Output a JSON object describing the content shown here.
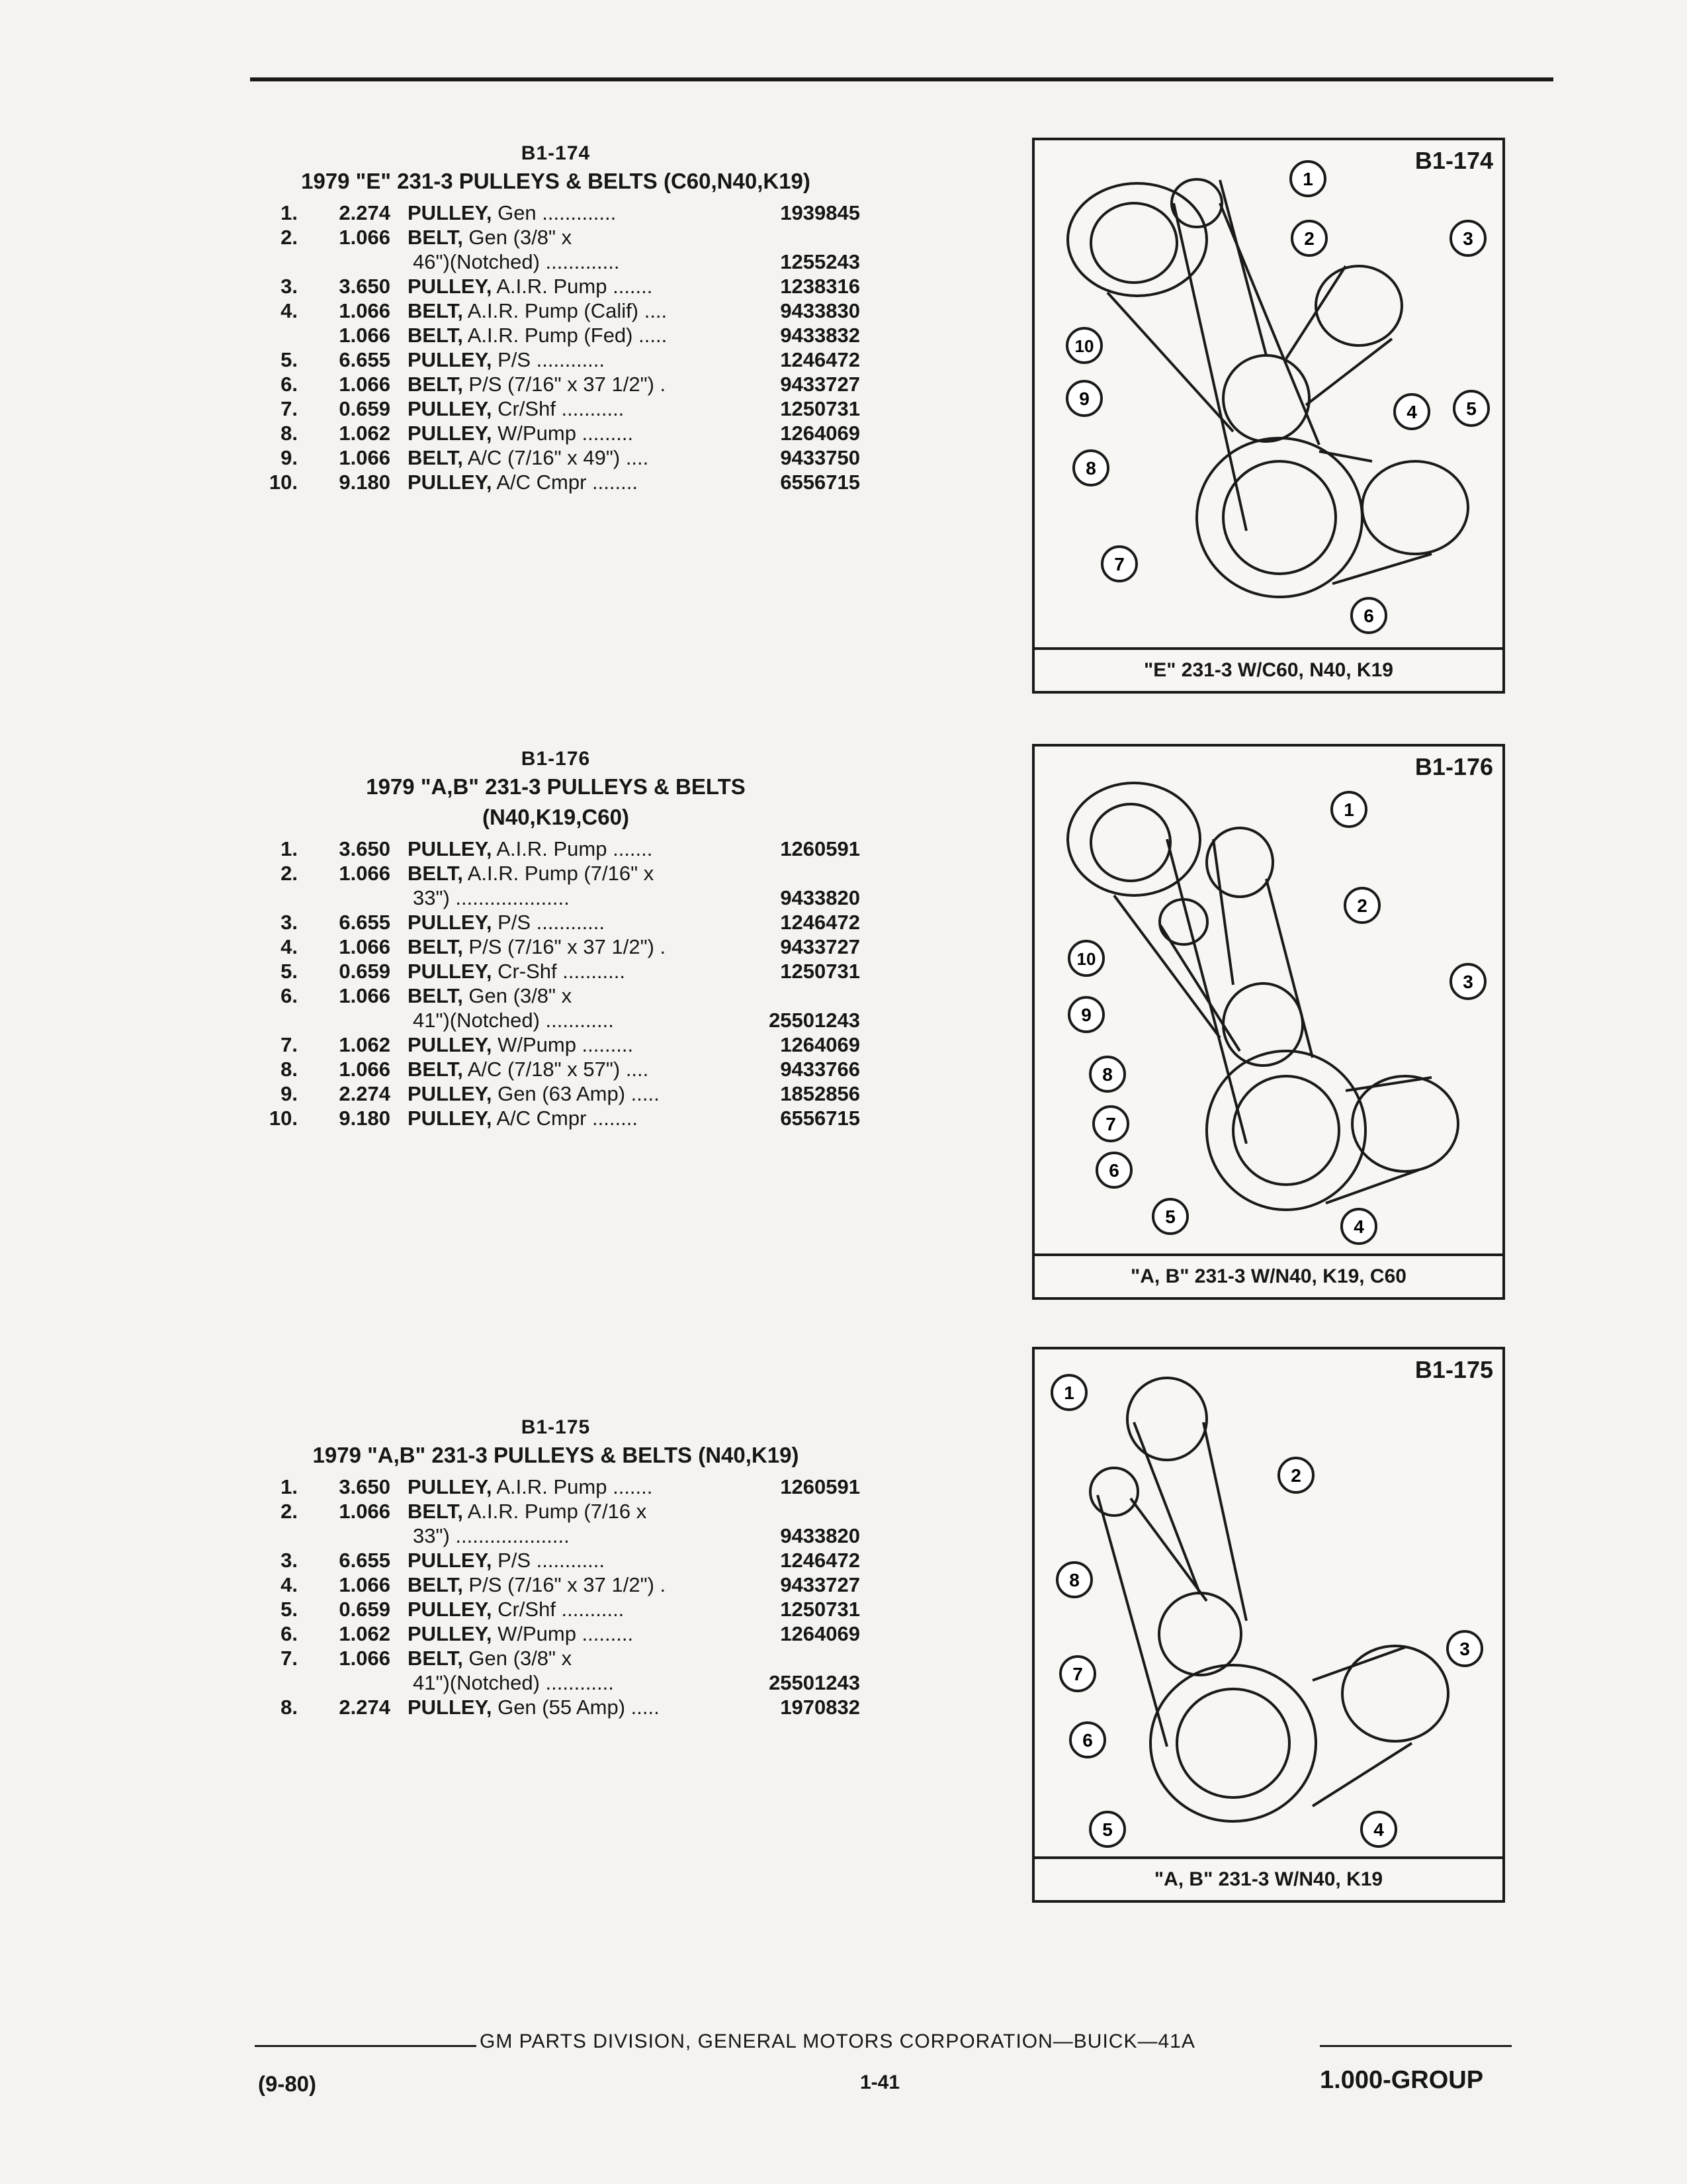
{
  "sections": [
    {
      "code": "B1-174",
      "title": "1979 \"E\" 231-3 PULLEYS & BELTS (C60,N40,K19)",
      "title2": "",
      "rows": [
        {
          "num": "1.",
          "ref": "2.274",
          "kw": "PULLEY,",
          "desc": " Gen ............. ",
          "pn": "1939845"
        },
        {
          "num": "2.",
          "ref": "1.066",
          "kw": "BELT,",
          "desc": " Gen (3/8\" x",
          "pn": ""
        },
        {
          "num": "",
          "ref": "",
          "kw": "",
          "desc": "46\")(Notched) ............. ",
          "pn": "1255243"
        },
        {
          "num": "3.",
          "ref": "3.650",
          "kw": "PULLEY,",
          "desc": " A.I.R. Pump ....... ",
          "pn": "1238316"
        },
        {
          "num": "4.",
          "ref": "1.066",
          "kw": "BELT,",
          "desc": " A.I.R. Pump (Calif) .... ",
          "pn": "9433830"
        },
        {
          "num": "",
          "ref": "1.066",
          "kw": "BELT,",
          "desc": " A.I.R. Pump (Fed) ..... ",
          "pn": "9433832"
        },
        {
          "num": "5.",
          "ref": "6.655",
          "kw": "PULLEY,",
          "desc": " P/S ............ ",
          "pn": "1246472"
        },
        {
          "num": "6.",
          "ref": "1.066",
          "kw": "BELT,",
          "desc": " P/S (7/16\" x 37 1/2\") . ",
          "pn": "9433727"
        },
        {
          "num": "7.",
          "ref": "0.659",
          "kw": "PULLEY,",
          "desc": " Cr/Shf ........... ",
          "pn": "1250731"
        },
        {
          "num": "8.",
          "ref": "1.062",
          "kw": "PULLEY,",
          "desc": " W/Pump ......... ",
          "pn": "1264069"
        },
        {
          "num": "9.",
          "ref": "1.066",
          "kw": "BELT,",
          "desc": " A/C (7/16\" x 49\") .... ",
          "pn": "9433750"
        },
        {
          "num": "10.",
          "ref": "9.180",
          "kw": "PULLEY,",
          "desc": " A/C Cmpr ........ ",
          "pn": "6556715"
        }
      ]
    },
    {
      "code": "B1-176",
      "title": "1979 \"A,B\" 231-3 PULLEYS & BELTS",
      "title2": "(N40,K19,C60)",
      "rows": [
        {
          "num": "1.",
          "ref": "3.650",
          "kw": "PULLEY,",
          "desc": " A.I.R. Pump ....... ",
          "pn": "1260591"
        },
        {
          "num": "2.",
          "ref": "1.066",
          "kw": "BELT,",
          "desc": " A.I.R. Pump (7/16\" x",
          "pn": ""
        },
        {
          "num": "",
          "ref": "",
          "kw": "",
          "desc": "33\") .................... ",
          "pn": "9433820"
        },
        {
          "num": "3.",
          "ref": "6.655",
          "kw": "PULLEY,",
          "desc": " P/S ............ ",
          "pn": "1246472"
        },
        {
          "num": "4.",
          "ref": "1.066",
          "kw": "BELT,",
          "desc": " P/S (7/16\" x 37 1/2\") . ",
          "pn": "9433727"
        },
        {
          "num": "5.",
          "ref": "0.659",
          "kw": "PULLEY,",
          "desc": " Cr-Shf ........... ",
          "pn": "1250731"
        },
        {
          "num": "6.",
          "ref": "1.066",
          "kw": "BELT,",
          "desc": " Gen (3/8\" x",
          "pn": ""
        },
        {
          "num": "",
          "ref": "",
          "kw": "",
          "desc": "41\")(Notched) ............",
          "pn": "25501243"
        },
        {
          "num": "7.",
          "ref": "1.062",
          "kw": "PULLEY,",
          "desc": " W/Pump ......... ",
          "pn": "1264069"
        },
        {
          "num": "8.",
          "ref": "1.066",
          "kw": "BELT,",
          "desc": " A/C (7/18\" x 57\") .... ",
          "pn": "9433766"
        },
        {
          "num": "9.",
          "ref": "2.274",
          "kw": "PULLEY,",
          "desc": " Gen (63 Amp) ..... ",
          "pn": "1852856"
        },
        {
          "num": "10.",
          "ref": "9.180",
          "kw": "PULLEY,",
          "desc": " A/C Cmpr ........ ",
          "pn": "6556715"
        }
      ]
    },
    {
      "code": "B1-175",
      "title": "1979 \"A,B\" 231-3 PULLEYS & BELTS (N40,K19)",
      "title2": "",
      "rows": [
        {
          "num": "1.",
          "ref": "3.650",
          "kw": "PULLEY,",
          "desc": " A.I.R. Pump ....... ",
          "pn": "1260591"
        },
        {
          "num": "2.",
          "ref": "1.066",
          "kw": "BELT,",
          "desc": " A.I.R. Pump (7/16 x",
          "pn": ""
        },
        {
          "num": "",
          "ref": "",
          "kw": "",
          "desc": "33\") .................... ",
          "pn": "9433820"
        },
        {
          "num": "3.",
          "ref": "6.655",
          "kw": "PULLEY,",
          "desc": " P/S ............ ",
          "pn": "1246472"
        },
        {
          "num": "4.",
          "ref": "1.066",
          "kw": "BELT,",
          "desc": " P/S (7/16\" x 37 1/2\") . ",
          "pn": "9433727"
        },
        {
          "num": "5.",
          "ref": "0.659",
          "kw": "PULLEY,",
          "desc": " Cr/Shf ........... ",
          "pn": "1250731"
        },
        {
          "num": "6.",
          "ref": "1.062",
          "kw": "PULLEY,",
          "desc": " W/Pump ......... ",
          "pn": "1264069"
        },
        {
          "num": "7.",
          "ref": "1.066",
          "kw": "BELT,",
          "desc": " Gen (3/8\" x",
          "pn": ""
        },
        {
          "num": "",
          "ref": "",
          "kw": "",
          "desc": "41\")(Notched) ............",
          "pn": "25501243"
        },
        {
          "num": "8.",
          "ref": "2.274",
          "kw": "PULLEY,",
          "desc": " Gen (55 Amp) ..... ",
          "pn": "1970832"
        }
      ]
    }
  ],
  "diagrams": [
    {
      "label": "B1-174",
      "caption": "\"E\" 231-3 W/C60, N40, K19",
      "callouts": [
        "1",
        "2",
        "3",
        "4",
        "5",
        "6",
        "7",
        "8",
        "9",
        "10"
      ]
    },
    {
      "label": "B1-176",
      "caption": "\"A, B\" 231-3 W/N40, K19, C60",
      "callouts": [
        "1",
        "2",
        "3",
        "4",
        "5",
        "6",
        "7",
        "8",
        "9",
        "10"
      ]
    },
    {
      "label": "B1-175",
      "caption": "\"A, B\" 231-3 W/N40, K19",
      "callouts": [
        "1",
        "2",
        "3",
        "4",
        "5",
        "6",
        "7",
        "8"
      ]
    }
  ],
  "footer": {
    "division": "GM PARTS DIVISION, GENERAL MOTORS CORPORATION—BUICK—41A",
    "date": "(9-80)",
    "page": "1-41",
    "group": "1.000-GROUP"
  }
}
